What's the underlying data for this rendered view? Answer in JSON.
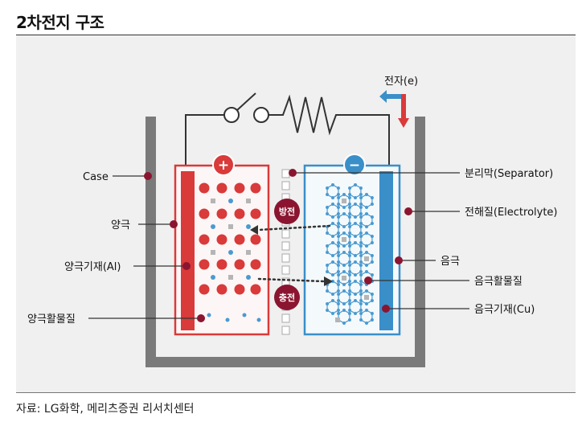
{
  "title": "2차전지 구조",
  "source": "자료: LG화학, 메리츠증권 리서치센터",
  "diagram": {
    "electron_label": "전자(e)",
    "discharge_label": "방전",
    "charge_label": "충전",
    "plus_sign": "+",
    "minus_sign": "−",
    "labels": {
      "case": "Case",
      "cathode": "양극",
      "cathode_collector": "양극기재(Al)",
      "cathode_active": "양극활물질",
      "separator": "분리막(Separator)",
      "electrolyte": "전해질(Electrolyte)",
      "anode": "음극",
      "anode_active": "음극활물질",
      "anode_collector": "음극기재(Cu)"
    },
    "colors": {
      "cathode": "#d93a3a",
      "anode": "#3a8fc9",
      "case": "#777777",
      "leader_dot": "#8b1530",
      "badge": "#8b1530",
      "ion_blue": "#4a9ad0",
      "ion_gray": "#b5b5b5"
    }
  }
}
